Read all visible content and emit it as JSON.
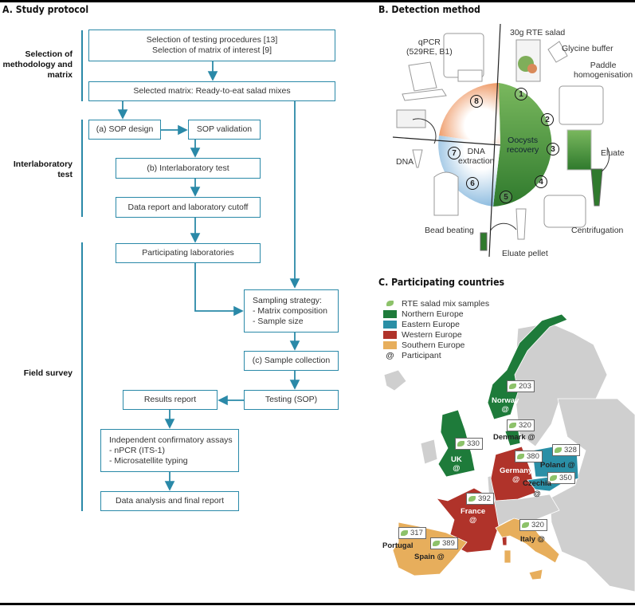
{
  "panel_a": {
    "title": "A. Study protocol",
    "sections": {
      "selection": [
        "Selection of",
        "methodology and",
        "matrix"
      ],
      "interlab": [
        "Interlaboratory",
        "test"
      ],
      "field": "Field survey"
    },
    "boxes": {
      "selection_procedures": "Selection of testing procedures [13]",
      "selection_matrix": "Selection of matrix of interest [9]",
      "selected_matrix": "Selected matrix: Ready-to-eat salad mixes",
      "sop_design": "(a) SOP design",
      "sop_validation": "SOP validation",
      "interlab_test": "(b) Interlaboratory test",
      "data_report": "Data report and laboratory cutoff",
      "participating_labs": "Participating laboratories",
      "sampling_strategy": [
        "Sampling strategy:",
        "- Matrix composition",
        "- Sample size"
      ],
      "sample_collection": "(c) Sample collection",
      "testing": "Testing (SOP)",
      "results_report": "Results report",
      "confirmatory": [
        "Independent confirmatory assays",
        "- nPCR (ITS-1)",
        "- Microsatellite typing"
      ],
      "final_report": "Data analysis and final report"
    }
  },
  "panel_b": {
    "title": "B. Detection method",
    "labels": {
      "salad": "30g RTE salad",
      "glycine": "Glycine buffer",
      "paddle": [
        "Paddle",
        "homogenisation"
      ],
      "eluate": "Eluate",
      "centrifugation": "Centrifugation",
      "pellet": "Eluate pellet",
      "bead": "Bead beating",
      "dna": "DNA",
      "qpcr": [
        "qPCR",
        "(529RE, B1)"
      ],
      "oocysts": [
        "Oocysts",
        "recovery"
      ],
      "extraction": [
        "DNA",
        "extraction"
      ]
    },
    "steps": [
      "1",
      "2",
      "3",
      "4",
      "5",
      "6",
      "7",
      "8"
    ],
    "colors": {
      "recovery": "#4f9a3e",
      "extraction": "#8fbde0",
      "qpcr": "#ec8a4f"
    }
  },
  "panel_c": {
    "title": "C. Participating countries",
    "legend": [
      {
        "label": "RTE salad mix samples",
        "type": "leaf"
      },
      {
        "label": "Northern Europe",
        "color": "#1e7b3a"
      },
      {
        "label": "Eastern Europe",
        "color": "#2a8fa6"
      },
      {
        "label": "Western Europe",
        "color": "#b0332a"
      },
      {
        "label": "Southern Europe",
        "color": "#e7ae5c"
      },
      {
        "label": "Participant",
        "type": "at"
      }
    ],
    "at_symbol": "@",
    "countries": [
      {
        "name": "Norway",
        "samples": "203"
      },
      {
        "name": "Denmark",
        "samples": "320"
      },
      {
        "name": "UK",
        "samples": "330"
      },
      {
        "name": "Germany",
        "samples": "380"
      },
      {
        "name": "Poland",
        "samples": "328"
      },
      {
        "name": "Czechia",
        "samples": "350"
      },
      {
        "name": "France",
        "samples": "392"
      },
      {
        "name": "Italy",
        "samples": "320"
      },
      {
        "name": "Portugal",
        "samples": "317"
      },
      {
        "name": "Spain",
        "samples": "389"
      }
    ]
  }
}
